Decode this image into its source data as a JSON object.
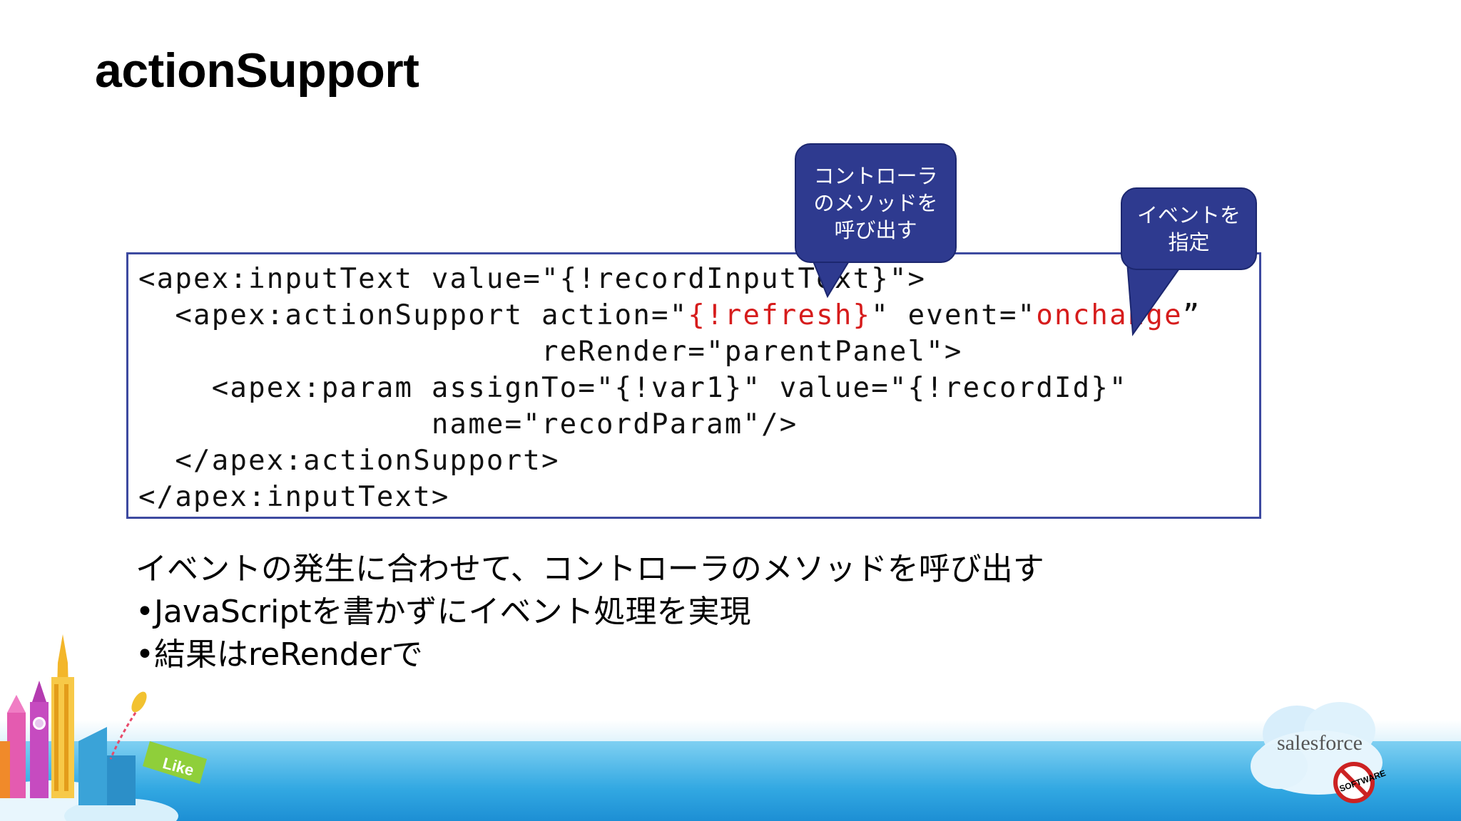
{
  "slide": {
    "title": "actionSupport",
    "code_lines": [
      [
        "<apex:inputText value=\"{!recordInputText}\">"
      ],
      [
        "  <apex:actionSupport action=\"",
        "{!refresh}",
        "\" event=\"",
        "onchange",
        "”"
      ],
      [
        "                      reRender=\"parentPanel\">"
      ],
      [
        "    <apex:param assignTo=\"{!var1}\" value=\"{!recordId}\""
      ],
      [
        "                name=\"recordParam\"/>"
      ],
      [
        "  </apex:actionSupport>"
      ],
      [
        "</apex:inputText>"
      ]
    ],
    "callouts": {
      "controller": "コントローラ\nのメソッドを\n呼び出す",
      "event": "イベントを\n指定"
    },
    "bullets": [
      "イベントの発生に合わせて、コントローラのメソッドを呼び出す",
      "•JavaScriptを書かずにイベント処理を実現",
      "•結果はreRenderで"
    ]
  },
  "footer": {
    "logo_text": "salesforce",
    "badge_text": "SOFTWARE",
    "like_text": "Like"
  },
  "colors": {
    "accent": "#2e3a8f",
    "highlight": "#d61c1c",
    "box_border": "#3d4aa0",
    "footer": "#32a8e2"
  }
}
